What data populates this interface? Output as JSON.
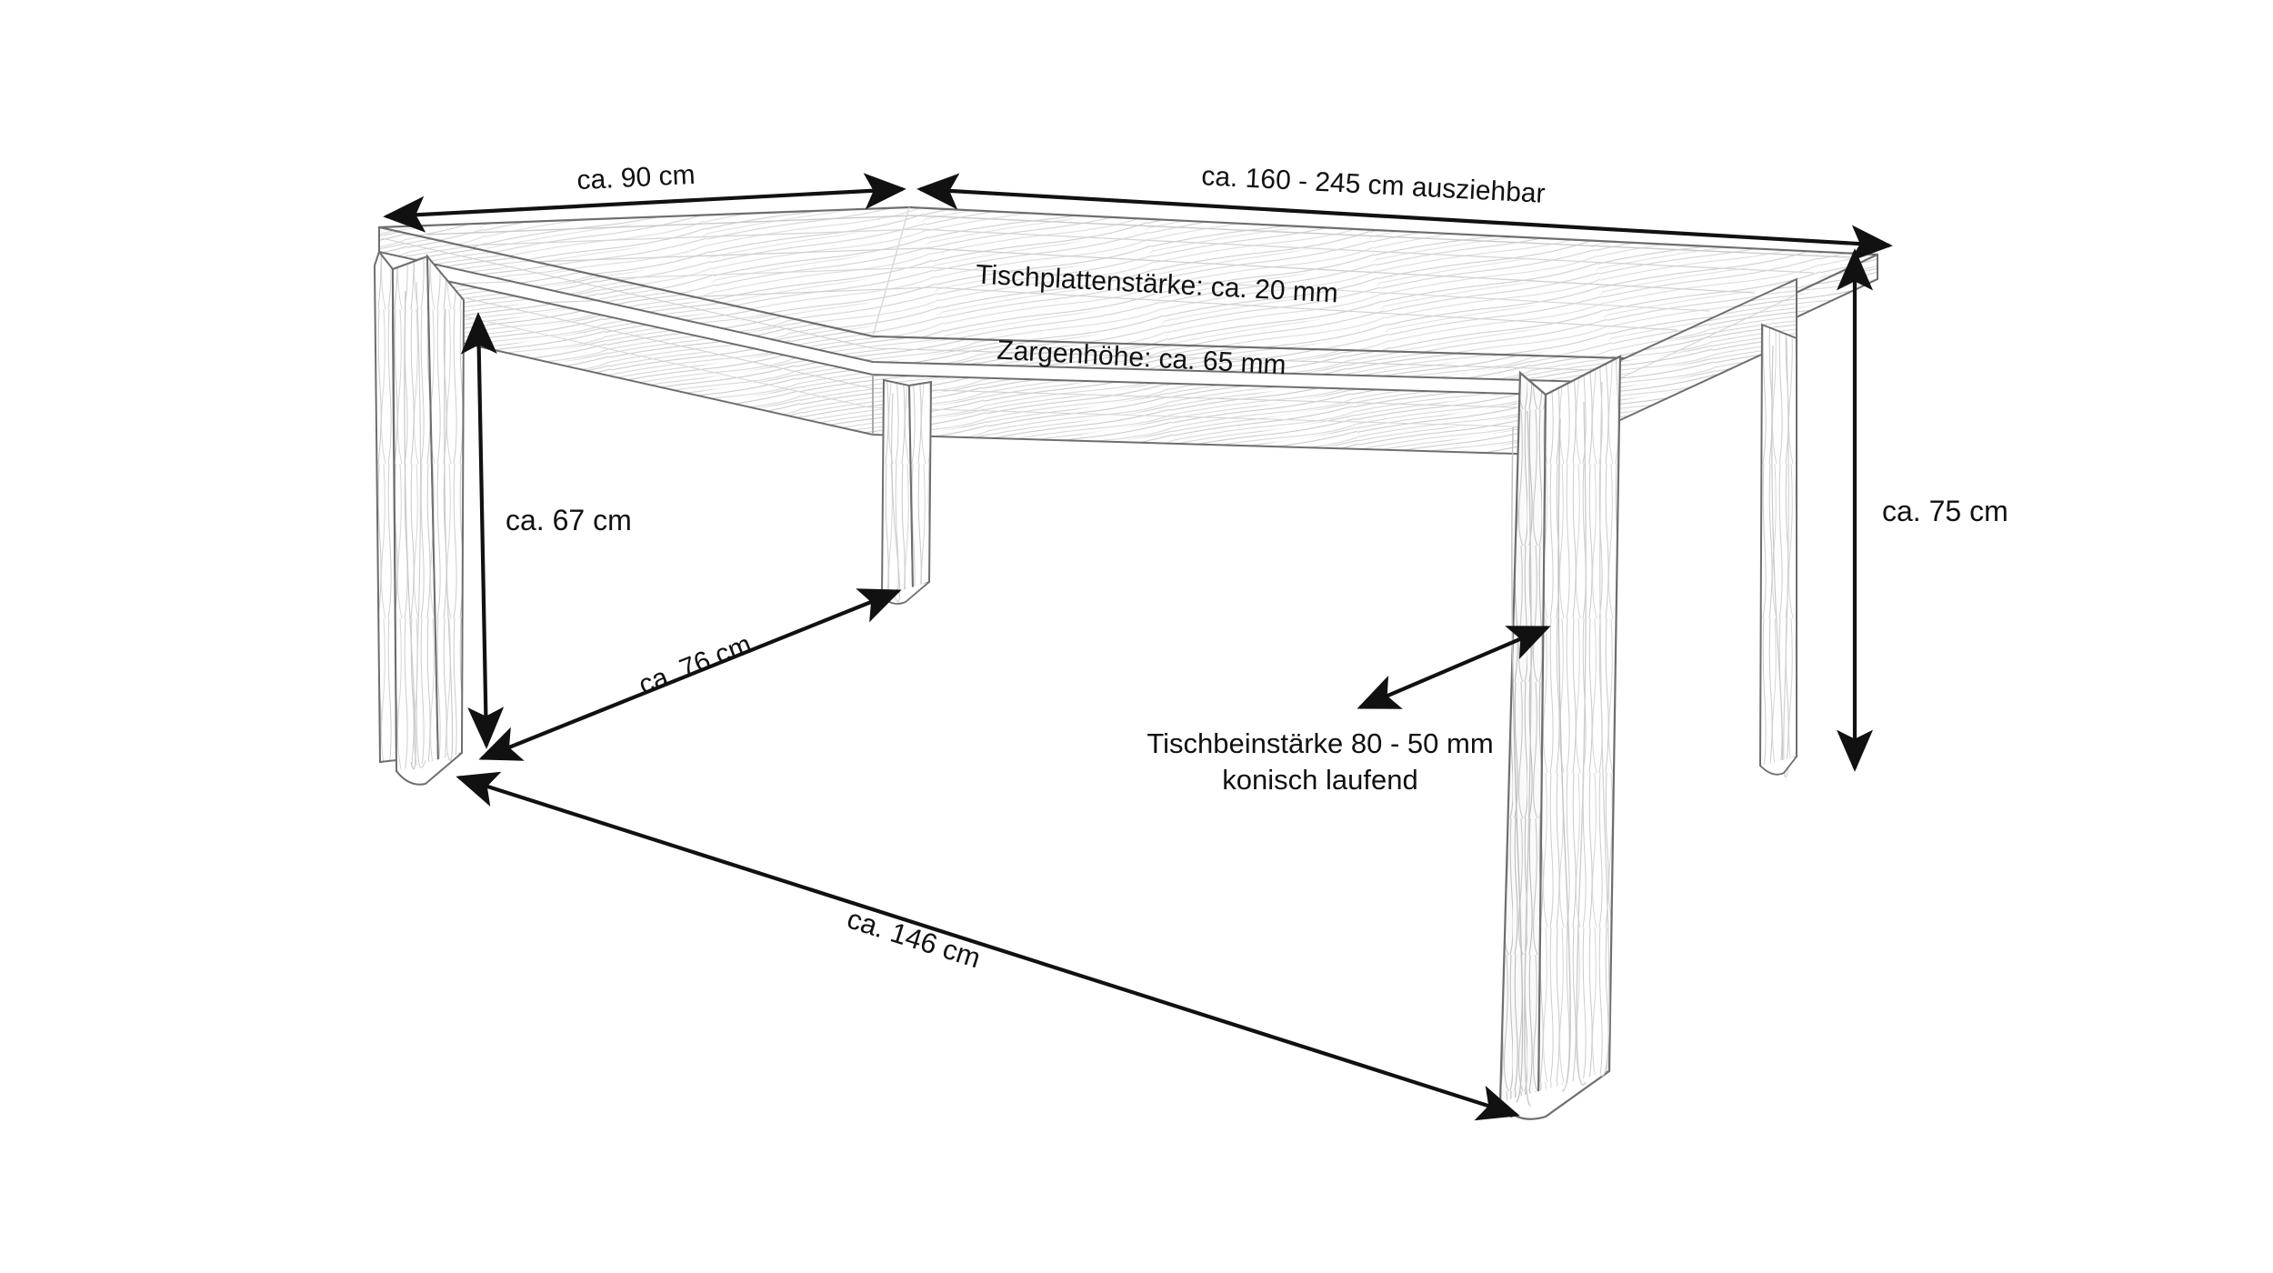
{
  "figure": {
    "kind": "technical-line-drawing",
    "subject": "extendable wooden dining table, isometric view",
    "language": "de",
    "background_color": "#ffffff",
    "line_color": "#1a1a1a",
    "wood_outline_color": "#6e6e6e",
    "wood_grain_color": "#b9b9b9",
    "text_color": "#111111"
  },
  "dimensions": {
    "depth_top": "ca. 90 cm",
    "width_top": "ca. 160 - 245 cm ausziehbar",
    "tabletop_thickness": "Tischplattenstärke: ca. 20 mm",
    "apron_height": "Zargenhöhe: ca. 65 mm",
    "clearance_height": "ca. 67 cm",
    "leg_inner_span": "ca. 76 cm",
    "total_height": "ca. 75 cm",
    "diagonal_length": "ca. 146 cm",
    "leg_thickness_line1": "Tischbeinstärke 80 - 50 mm",
    "leg_thickness_line2": "konisch laufend"
  },
  "annotations": [
    {
      "id": "depth-top",
      "label": "ca. 90 cm",
      "arrow": "double",
      "orientation": "diagonal"
    },
    {
      "id": "width-top",
      "label": "ca. 160 - 245 cm ausziehbar",
      "arrow": "double",
      "orientation": "diagonal"
    },
    {
      "id": "tabletop-thickness",
      "label": "Tischplattenstärke: ca. 20 mm",
      "arrow": "none",
      "orientation": "diagonal"
    },
    {
      "id": "apron-height",
      "label": "Zargenhöhe: ca. 65 mm",
      "arrow": "none",
      "orientation": "diagonal"
    },
    {
      "id": "clearance-height",
      "label": "ca. 67 cm",
      "arrow": "double",
      "orientation": "vertical"
    },
    {
      "id": "leg-inner-span",
      "label": "ca. 76 cm",
      "arrow": "double",
      "orientation": "diagonal"
    },
    {
      "id": "total-height",
      "label": "ca. 75 cm",
      "arrow": "double",
      "orientation": "vertical"
    },
    {
      "id": "diagonal-length",
      "label": "ca. 146 cm",
      "arrow": "double",
      "orientation": "diagonal"
    },
    {
      "id": "leg-thickness",
      "label": "Tischbeinstärke 80 - 50 mm konisch laufend",
      "arrow": "double",
      "orientation": "diagonal"
    }
  ]
}
